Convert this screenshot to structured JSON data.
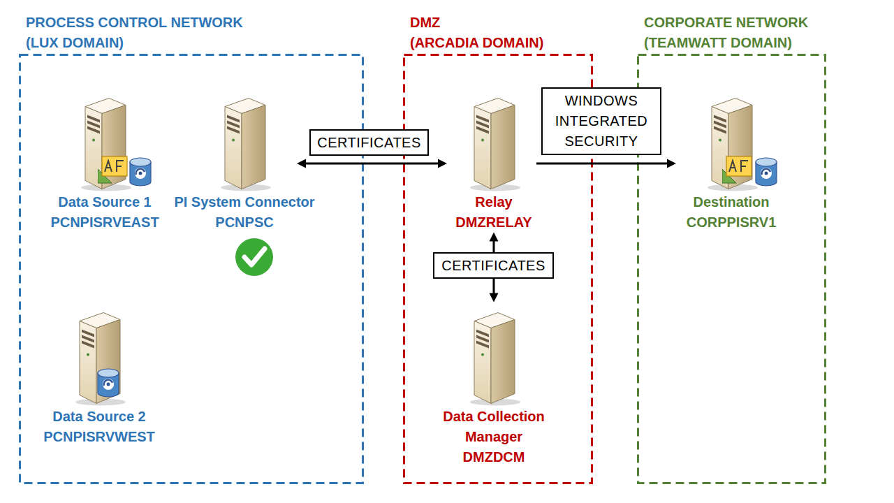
{
  "diagram": {
    "nodes": [
      {
        "text": [
          "PROCESS CONTROL NETWORK (LUX DOMAIN)"
        ]
      },
      {
        "text": [
          "Data Source 1",
          "PCNPISRVEAST"
        ],
        "in": 0
      },
      {
        "text": [
          "PI System Connector",
          "PCNPSC"
        ],
        "in": 0
      },
      {
        "text": [
          "Data Source 2",
          "PCNPISRVWEST"
        ],
        "in": 0
      },
      {
        "text": [
          "DMZ (ARCADIA DOMAIN)"
        ]
      },
      {
        "text": [
          "Relay",
          "DMZRELAY"
        ],
        "in": 4
      },
      {
        "text": [
          "Data Collection Manager",
          "DMZDCM"
        ],
        "in": 4
      },
      {
        "text": [
          "CORPORATE NETWORK (TEAMWATT DOMAIN)"
        ]
      },
      {
        "text": [
          "Destination",
          "CORPPISRV1"
        ],
        "in": 7
      }
    ],
    "edges": [
      {
        "from": 2,
        "to": 5,
        "arrow": "both",
        "label": "CERTIFICATES"
      },
      {
        "from": 5,
        "to": 8,
        "arrow": "to",
        "label": "WINDOWS INTEGRATED SECURITY"
      },
      {
        "from": 5,
        "to": 6,
        "arrow": "both",
        "label": "CERTIFICATES"
      }
    ]
  }
}
